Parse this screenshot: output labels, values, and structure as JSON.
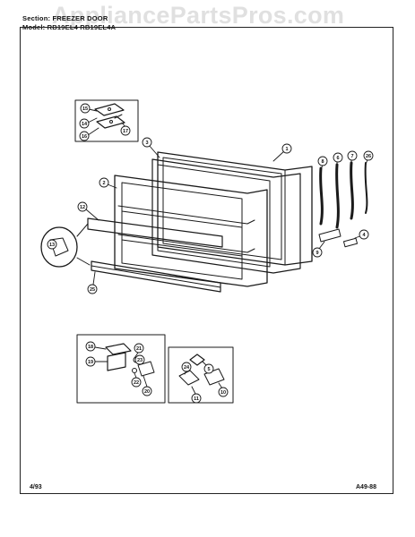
{
  "watermark": "AppliancePartsPros.com",
  "header": {
    "section": "Section: FREEZER DOOR",
    "model": "Model: RB19EL4 RB19EL4A"
  },
  "footer": {
    "date": "4/93",
    "code": "A49-88"
  },
  "callouts": [
    "1",
    "2",
    "3",
    "4",
    "5",
    "6",
    "7",
    "8",
    "9",
    "10",
    "11",
    "12",
    "13",
    "14",
    "15",
    "16",
    "17",
    "18",
    "19",
    "20",
    "21",
    "22",
    "23",
    "24",
    "25",
    "26"
  ]
}
